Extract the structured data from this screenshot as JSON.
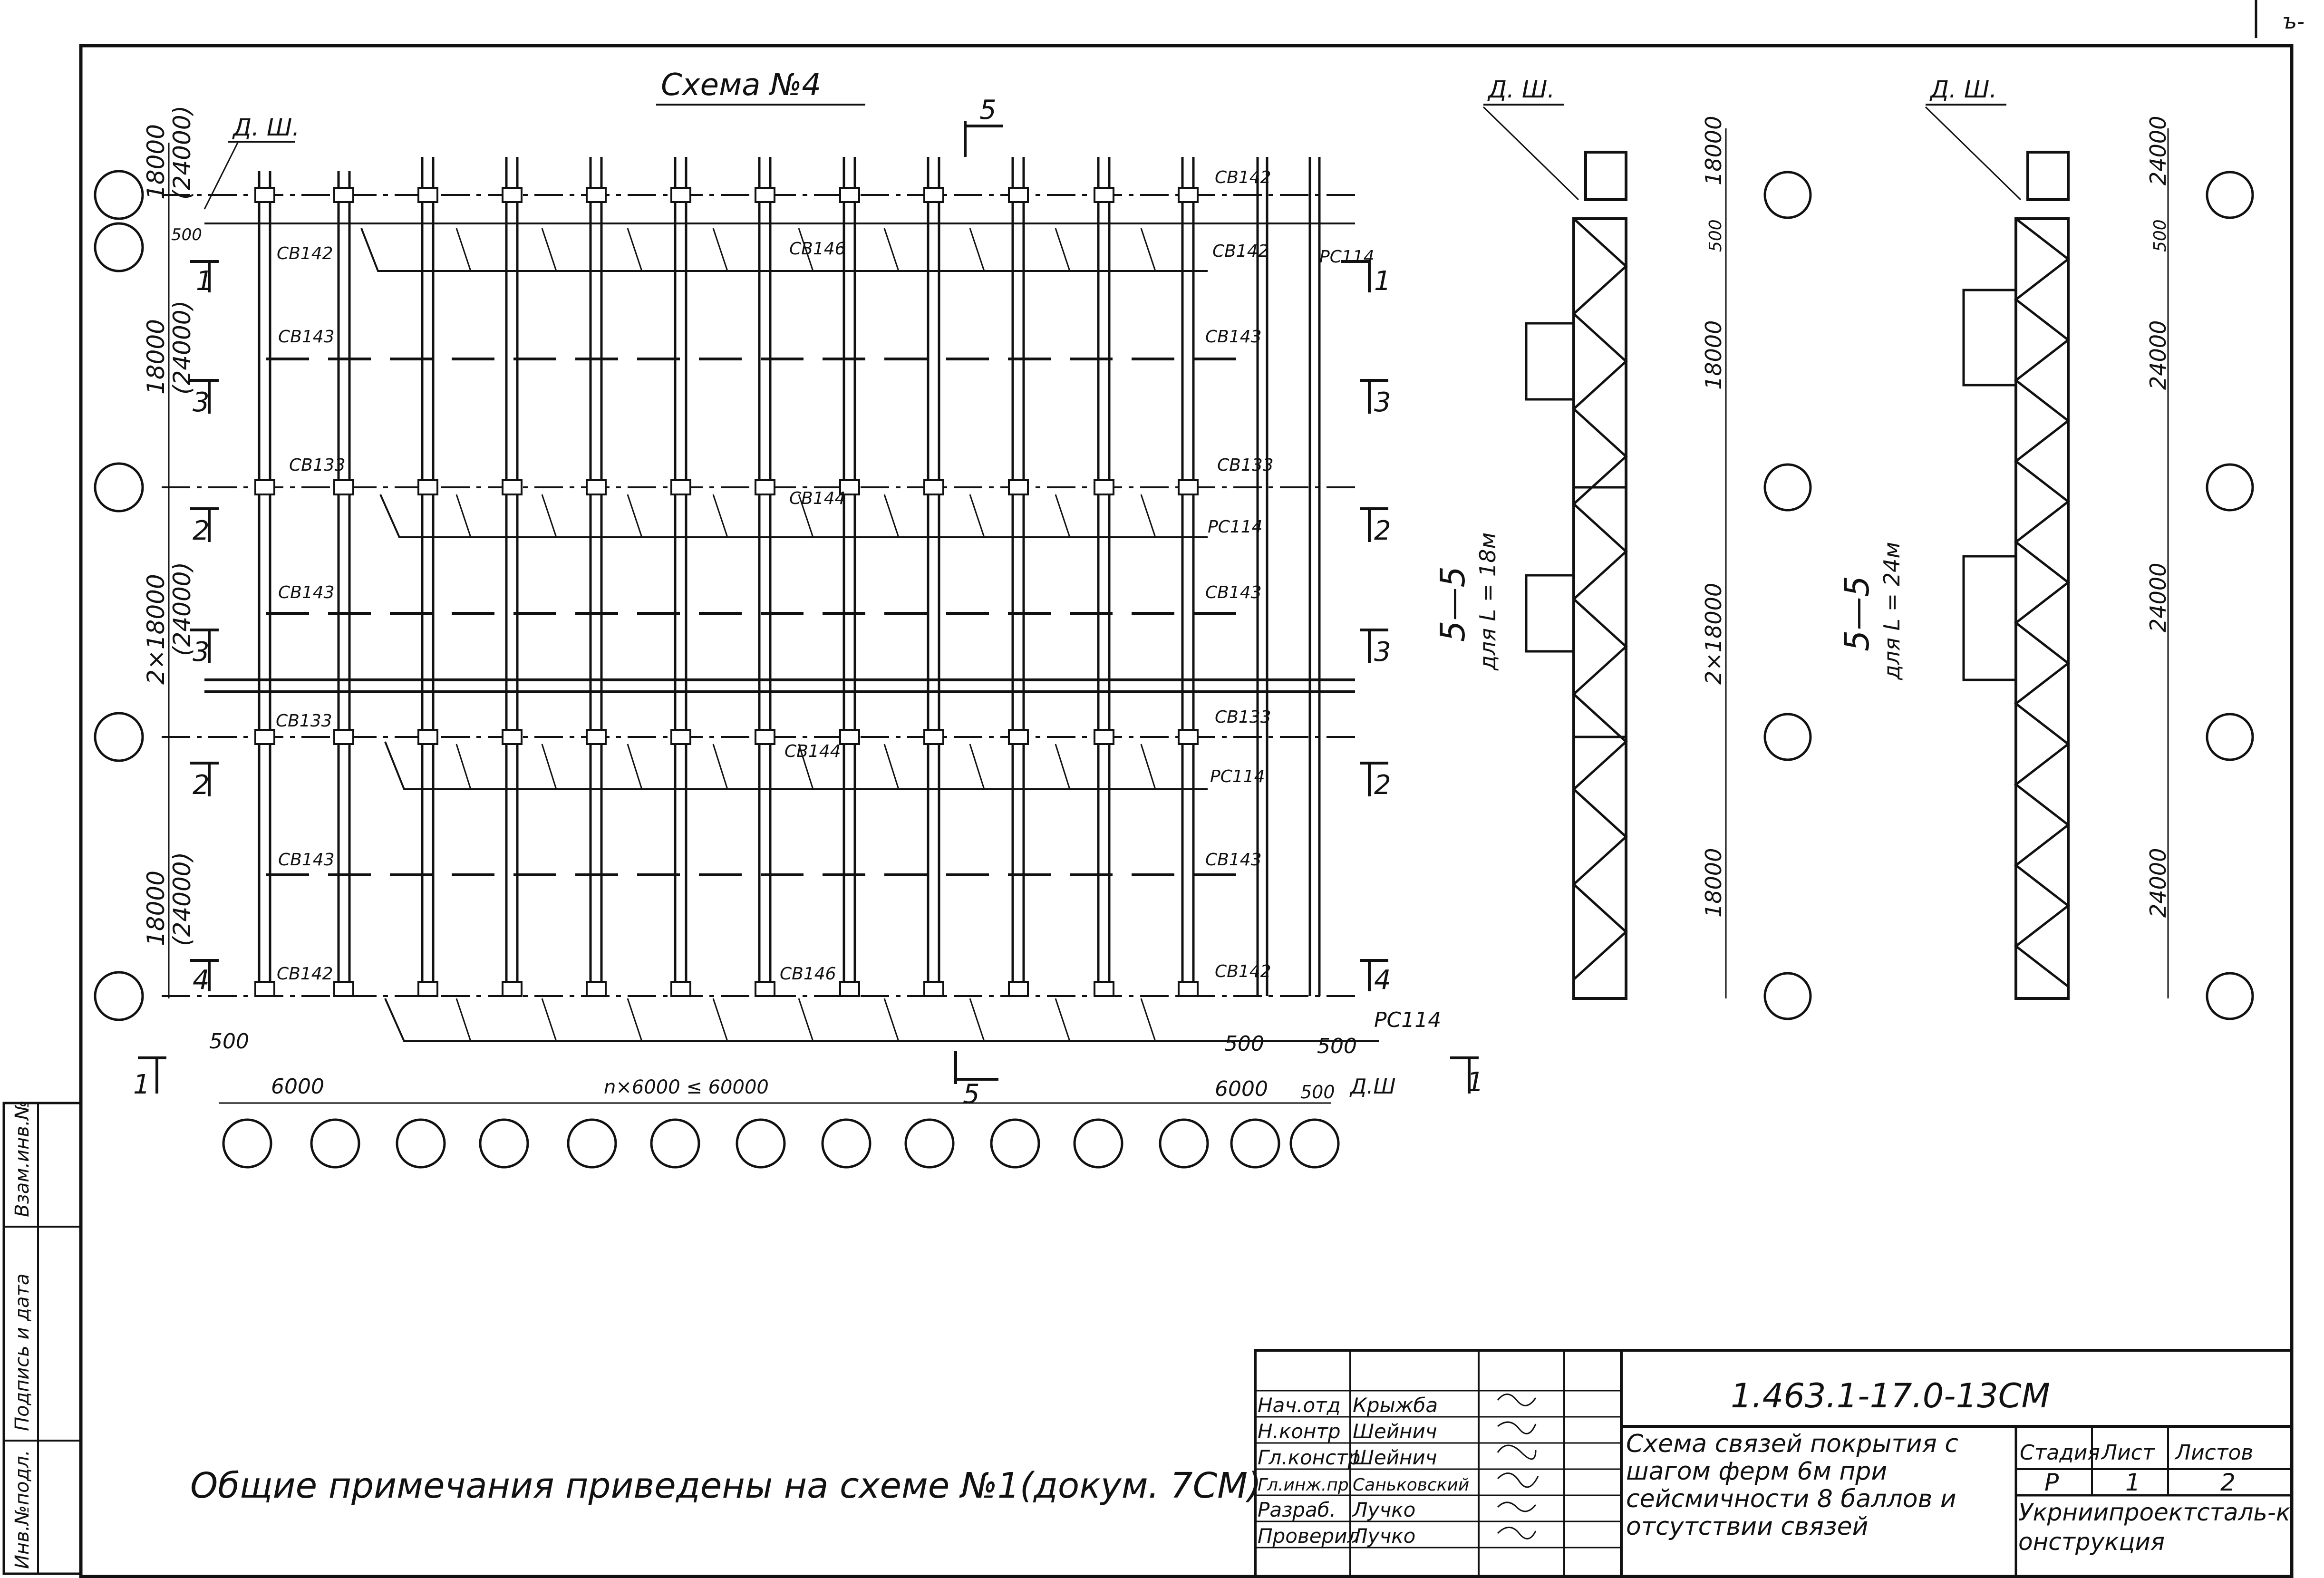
{
  "page_corner_mark": "ъ-",
  "scheme_title": "Схема №4",
  "section_mark": "5",
  "wind_truss_label": "Д. Ш.",
  "wind_truss_label_bottom": "Д.Ш",
  "plan": {
    "left_dims": [
      "18000",
      "(24000)",
      "500",
      "18000",
      "(24000)",
      "2×18000",
      "(24000)",
      "18000",
      "(24000)"
    ],
    "section_cuts": {
      "c1": "1",
      "c2": "2",
      "c3": "3",
      "c4": "4"
    },
    "bottom_dims": [
      "500",
      "6000",
      "n×6000 ≤ 60000",
      "6000",
      "500",
      "500",
      "500"
    ],
    "labels": {
      "cb142": "СВ142",
      "cb146": "СВ146",
      "cb143": "СВ143",
      "cb133": "СВ133",
      "cb144": "СВ144",
      "pc114": "РС114"
    }
  },
  "sections": [
    {
      "title": "5—5",
      "subtitle": "для L = 18м",
      "dims": [
        "18000",
        "500",
        "18000",
        "2×18000",
        "18000"
      ]
    },
    {
      "title": "5—5",
      "subtitle": "для L = 24м",
      "dims": [
        "24000",
        "500",
        "24000",
        "24000",
        "24000"
      ]
    }
  ],
  "side_stamp": [
    "Инв.№подл.",
    "Подпись и дата",
    "Взам.инв.№"
  ],
  "general_note": "Общие примечания приведены на схеме №1(докум. 7СМ)",
  "title_block": {
    "doc_code": "1.463.1-17.0-13СМ",
    "description": "Схема связей покрытия с шагом ферм 6м при сейсмичности 8 баллов и отсутствии связей",
    "people": [
      {
        "role": "Нач.отд",
        "name": "Крыжба"
      },
      {
        "role": "Н.контр",
        "name": "Шейнич"
      },
      {
        "role": "Гл.констр",
        "name": "Шейнич"
      },
      {
        "role": "Гл.инж.пр",
        "name": "Саньковский"
      },
      {
        "role": "Разраб.",
        "name": "Лучко"
      },
      {
        "role": "Проверил",
        "name": "Лучко"
      }
    ],
    "stage_header": "Стадия",
    "sheet_header": "Лист",
    "sheets_header": "Листов",
    "stage": "Р",
    "sheet": "1",
    "sheets": "2",
    "organization": "Укрниипроектсталь-конструкция"
  }
}
